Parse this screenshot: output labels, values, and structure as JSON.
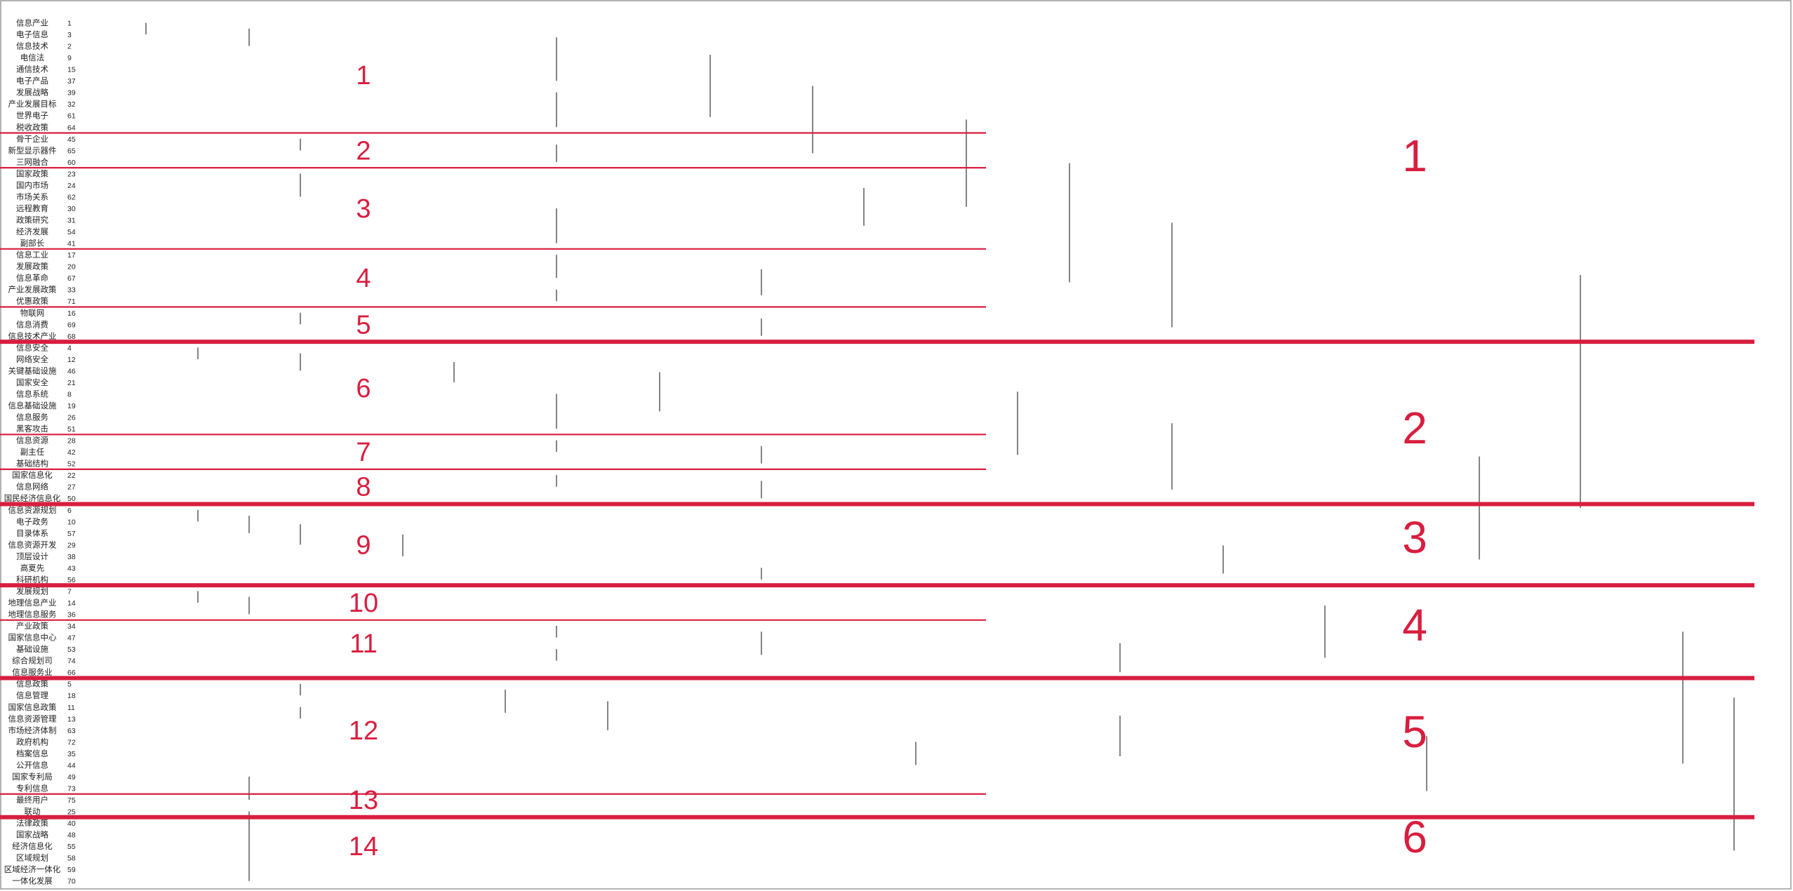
{
  "colors": {
    "divider": "#d81e3f",
    "tree": "#333333",
    "label": "#222222"
  },
  "leaves": [
    {
      "label": "信息产业",
      "num": "1"
    },
    {
      "label": "电子信息",
      "num": "3"
    },
    {
      "label": "信息技术",
      "num": "2"
    },
    {
      "label": "电信法",
      "num": "9"
    },
    {
      "label": "通信技术",
      "num": "15"
    },
    {
      "label": "电子产品",
      "num": "37"
    },
    {
      "label": "发展战略",
      "num": "39"
    },
    {
      "label": "产业发展目标",
      "num": "32"
    },
    {
      "label": "世界电子",
      "num": "61"
    },
    {
      "label": "税收政策",
      "num": "64"
    },
    {
      "label": "骨干企业",
      "num": "45"
    },
    {
      "label": "新型显示器件",
      "num": "65"
    },
    {
      "label": "三网融合",
      "num": "60"
    },
    {
      "label": "国家政策",
      "num": "23"
    },
    {
      "label": "国内市场",
      "num": "24"
    },
    {
      "label": "市场关系",
      "num": "62"
    },
    {
      "label": "远程教育",
      "num": "30"
    },
    {
      "label": "政策研究",
      "num": "31"
    },
    {
      "label": "经济发展",
      "num": "54"
    },
    {
      "label": "副部长",
      "num": "41"
    },
    {
      "label": "信息工业",
      "num": "17"
    },
    {
      "label": "发展政策",
      "num": "20"
    },
    {
      "label": "信息革命",
      "num": "67"
    },
    {
      "label": "产业发展政策",
      "num": "33"
    },
    {
      "label": "优惠政策",
      "num": "71"
    },
    {
      "label": "物联网",
      "num": "16"
    },
    {
      "label": "信息消费",
      "num": "69"
    },
    {
      "label": "信息技术产业",
      "num": "68"
    },
    {
      "label": "信息安全",
      "num": "4"
    },
    {
      "label": "网络安全",
      "num": "12"
    },
    {
      "label": "关键基础设施",
      "num": "46"
    },
    {
      "label": "国家安全",
      "num": "21"
    },
    {
      "label": "信息系统",
      "num": "8"
    },
    {
      "label": "信息基础设施",
      "num": "19"
    },
    {
      "label": "信息服务",
      "num": "26"
    },
    {
      "label": "黑客攻击",
      "num": "51"
    },
    {
      "label": "信息资源",
      "num": "28"
    },
    {
      "label": "副主任",
      "num": "42"
    },
    {
      "label": "基础结构",
      "num": "52"
    },
    {
      "label": "国家信息化",
      "num": "22"
    },
    {
      "label": "信息网络",
      "num": "27"
    },
    {
      "label": "国民经济信息化",
      "num": "50"
    },
    {
      "label": "信息资源规划",
      "num": "6"
    },
    {
      "label": "电子政务",
      "num": "10"
    },
    {
      "label": "目录体系",
      "num": "57"
    },
    {
      "label": "信息资源开发",
      "num": "29"
    },
    {
      "label": "顶层设计",
      "num": "38"
    },
    {
      "label": "高夏先",
      "num": "43"
    },
    {
      "label": "科研机构",
      "num": "56"
    },
    {
      "label": "发展规划",
      "num": "7"
    },
    {
      "label": "地理信息产业",
      "num": "14"
    },
    {
      "label": "地理信息服务",
      "num": "36"
    },
    {
      "label": "产业政策",
      "num": "34"
    },
    {
      "label": "国家信息中心",
      "num": "47"
    },
    {
      "label": "基础设施",
      "num": "53"
    },
    {
      "label": "综合规划司",
      "num": "74"
    },
    {
      "label": "信息服务业",
      "num": "66"
    },
    {
      "label": "信息政策",
      "num": "5"
    },
    {
      "label": "信息管理",
      "num": "18"
    },
    {
      "label": "国家信息政策",
      "num": "11"
    },
    {
      "label": "信息资源管理",
      "num": "13"
    },
    {
      "label": "市场经济体制",
      "num": "63"
    },
    {
      "label": "政府机构",
      "num": "72"
    },
    {
      "label": "档案信息",
      "num": "35"
    },
    {
      "label": "公开信息",
      "num": "44"
    },
    {
      "label": "国家专利局",
      "num": "49"
    },
    {
      "label": "专利信息",
      "num": "73"
    },
    {
      "label": "最终用户",
      "num": "75"
    },
    {
      "label": "联动",
      "num": "25"
    },
    {
      "label": "法律政策",
      "num": "40"
    },
    {
      "label": "国家战略",
      "num": "48"
    },
    {
      "label": "经济信息化",
      "num": "55"
    },
    {
      "label": "区域规划",
      "num": "58"
    },
    {
      "label": "区域经济一体化",
      "num": "59"
    },
    {
      "label": "一体化发展",
      "num": "70"
    }
  ],
  "group_labels": [
    "1",
    "2",
    "3",
    "4",
    "5",
    "6",
    "7",
    "8",
    "9",
    "10",
    "11",
    "12",
    "13",
    "14"
  ],
  "cluster_labels": [
    "1",
    "2",
    "3",
    "4",
    "5",
    "6"
  ]
}
